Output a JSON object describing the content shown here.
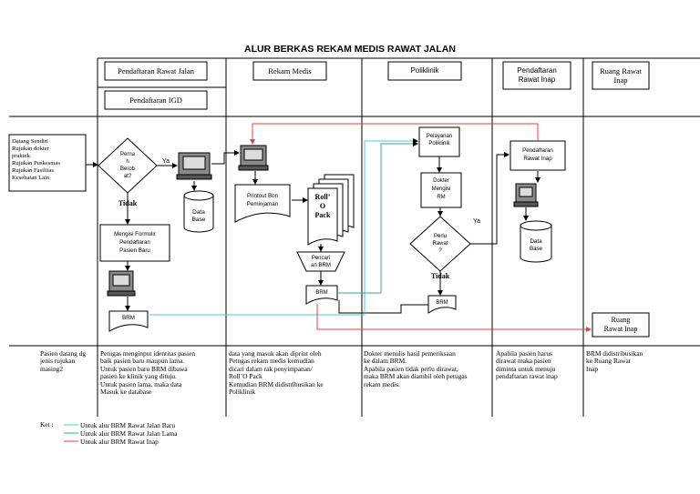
{
  "title": "ALUR BERKAS REKAM MEDIS RAWAT JALAN",
  "lanes": {
    "pendaftaran_rawat_jalan": "Pendaftaran Rawat Jalan",
    "pendaftaran_igd": "Pendaftaran IGD",
    "rekam_medis": "Rekam Medis",
    "poliklinik": "Poliklinik",
    "pendaftaran_rawat_inap": "Pendaftaran Rawat Inap",
    "ruang_rawat_inap": "Ruang Rawat Inap"
  },
  "nodes": {
    "source": [
      "Datang Sendiri",
      "Rujukan dokter",
      "praktek",
      "Rujukan Puskesmas",
      "Rujukan Fasilitas",
      "Kesehatan Lain"
    ],
    "pernah_berobat": [
      "Perna",
      "h",
      "Berob",
      "at?"
    ],
    "ya_1": "Ya",
    "tidak_1": "Tidak",
    "database_1": [
      "Data",
      "Base"
    ],
    "mengisi_formulir": [
      "Mengisi Formulir",
      "Pendaftaran",
      "Pasien Baru"
    ],
    "brm_1": "BRM",
    "printout": [
      "Printout Bon",
      "Peminjaman"
    ],
    "roll_o_pack": [
      "Roll’",
      "O",
      "Pack"
    ],
    "pencarian_brm": [
      "Pencari",
      "an BRM"
    ],
    "brm_2": "BRM",
    "pelayanan": [
      "Pelayanan",
      "Poliklinik"
    ],
    "dokter": [
      "Dokter",
      "Mengisi",
      "RM"
    ],
    "perlu_rawat": [
      "Perlu",
      "Rawat",
      "?"
    ],
    "ya_2": "Ya",
    "tidak_2": "Tidak",
    "brm_3": "BRM",
    "pendaftaran_rawat_inap_box": [
      "Pendaftaran",
      "Rawat Inap"
    ],
    "database_2": [
      "Data",
      "Base"
    ],
    "ruang_rawat_inap_box": [
      "Ruang",
      "Rawat Inap"
    ]
  },
  "descriptions": {
    "col1": "Pasien datang dg jenis rujukan masing2",
    "col2": [
      "Petugas menginput identitas pasien",
      "baik pasien baru maupun lama.",
      "Untuk pasien baru BRM dibawa",
      "pasien ke klinik yang dituju.",
      "Untuk pasien lama, maka data",
      "Masuk ke database"
    ],
    "col3": [
      "data yang masuk akan diprint oleh",
      "Petugas rekam medis kemudian",
      "dicari dalam rak penyimpanan/",
      "Roll’O Pack",
      "Kemudian BRM didistribusikan ke",
      "Poliklinik"
    ],
    "col4": [
      "Dokter menulis hasil pemeriksaan",
      "ke dalam BRM.",
      "Apabila pasien tidak perlu dirawat,",
      "maka BRM akan diambil oleh petugas",
      "rekam medis."
    ],
    "col5": [
      "Apabila pasien harus",
      "dirawat maka pasien",
      "diminta untuk menuju",
      "pendaftaran rawat inap"
    ],
    "col6": [
      "BRM didistribusikan",
      "ke Ruang Rawat",
      "Inap"
    ]
  },
  "legend": {
    "prefix": "Ket :",
    "items": [
      {
        "label": "Untuk alur BRM Rawat Jalan Baru",
        "color": "#4fc3e8"
      },
      {
        "label": "Untuk alur BRM Rawat Jalan Lama",
        "color": "#3aa88a"
      },
      {
        "label": "Untuk alur BRM Rawat Inap",
        "color": "#e8413c"
      }
    ]
  },
  "colors": {
    "line": "#000000",
    "baru": "#4fc3e8",
    "lama": "#3aa88a",
    "inap": "#e8413c"
  }
}
